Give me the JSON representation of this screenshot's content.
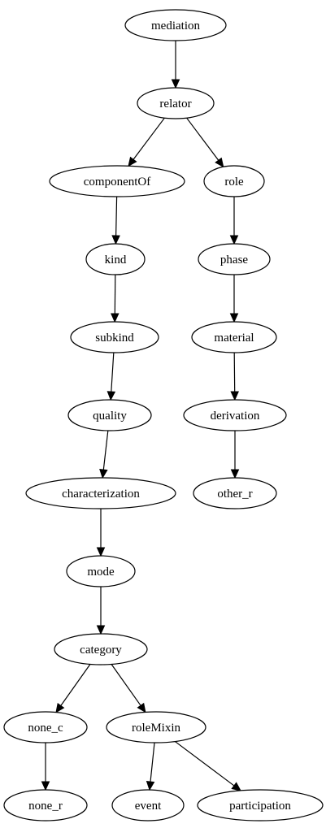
{
  "diagram": {
    "type": "directed-graph",
    "nodes": [
      {
        "id": "mediation",
        "label": "mediation"
      },
      {
        "id": "relator",
        "label": "relator"
      },
      {
        "id": "componentOf",
        "label": "componentOf"
      },
      {
        "id": "role",
        "label": "role"
      },
      {
        "id": "kind",
        "label": "kind"
      },
      {
        "id": "phase",
        "label": "phase"
      },
      {
        "id": "subkind",
        "label": "subkind"
      },
      {
        "id": "material",
        "label": "material"
      },
      {
        "id": "quality",
        "label": "quality"
      },
      {
        "id": "derivation",
        "label": "derivation"
      },
      {
        "id": "characterization",
        "label": "characterization"
      },
      {
        "id": "other_r",
        "label": "other_r"
      },
      {
        "id": "mode",
        "label": "mode"
      },
      {
        "id": "category",
        "label": "category"
      },
      {
        "id": "none_c",
        "label": "none_c"
      },
      {
        "id": "roleMixin",
        "label": "roleMixin"
      },
      {
        "id": "none_r",
        "label": "none_r"
      },
      {
        "id": "event",
        "label": "event"
      },
      {
        "id": "participation",
        "label": "participation"
      }
    ],
    "edges": [
      {
        "from": "mediation",
        "to": "relator"
      },
      {
        "from": "relator",
        "to": "componentOf"
      },
      {
        "from": "relator",
        "to": "role"
      },
      {
        "from": "componentOf",
        "to": "kind"
      },
      {
        "from": "role",
        "to": "phase"
      },
      {
        "from": "kind",
        "to": "subkind"
      },
      {
        "from": "phase",
        "to": "material"
      },
      {
        "from": "subkind",
        "to": "quality"
      },
      {
        "from": "material",
        "to": "derivation"
      },
      {
        "from": "quality",
        "to": "characterization"
      },
      {
        "from": "derivation",
        "to": "other_r"
      },
      {
        "from": "characterization",
        "to": "mode"
      },
      {
        "from": "mode",
        "to": "category"
      },
      {
        "from": "category",
        "to": "none_c"
      },
      {
        "from": "category",
        "to": "roleMixin"
      },
      {
        "from": "none_c",
        "to": "none_r"
      },
      {
        "from": "roleMixin",
        "to": "event"
      },
      {
        "from": "roleMixin",
        "to": "participation"
      }
    ]
  }
}
